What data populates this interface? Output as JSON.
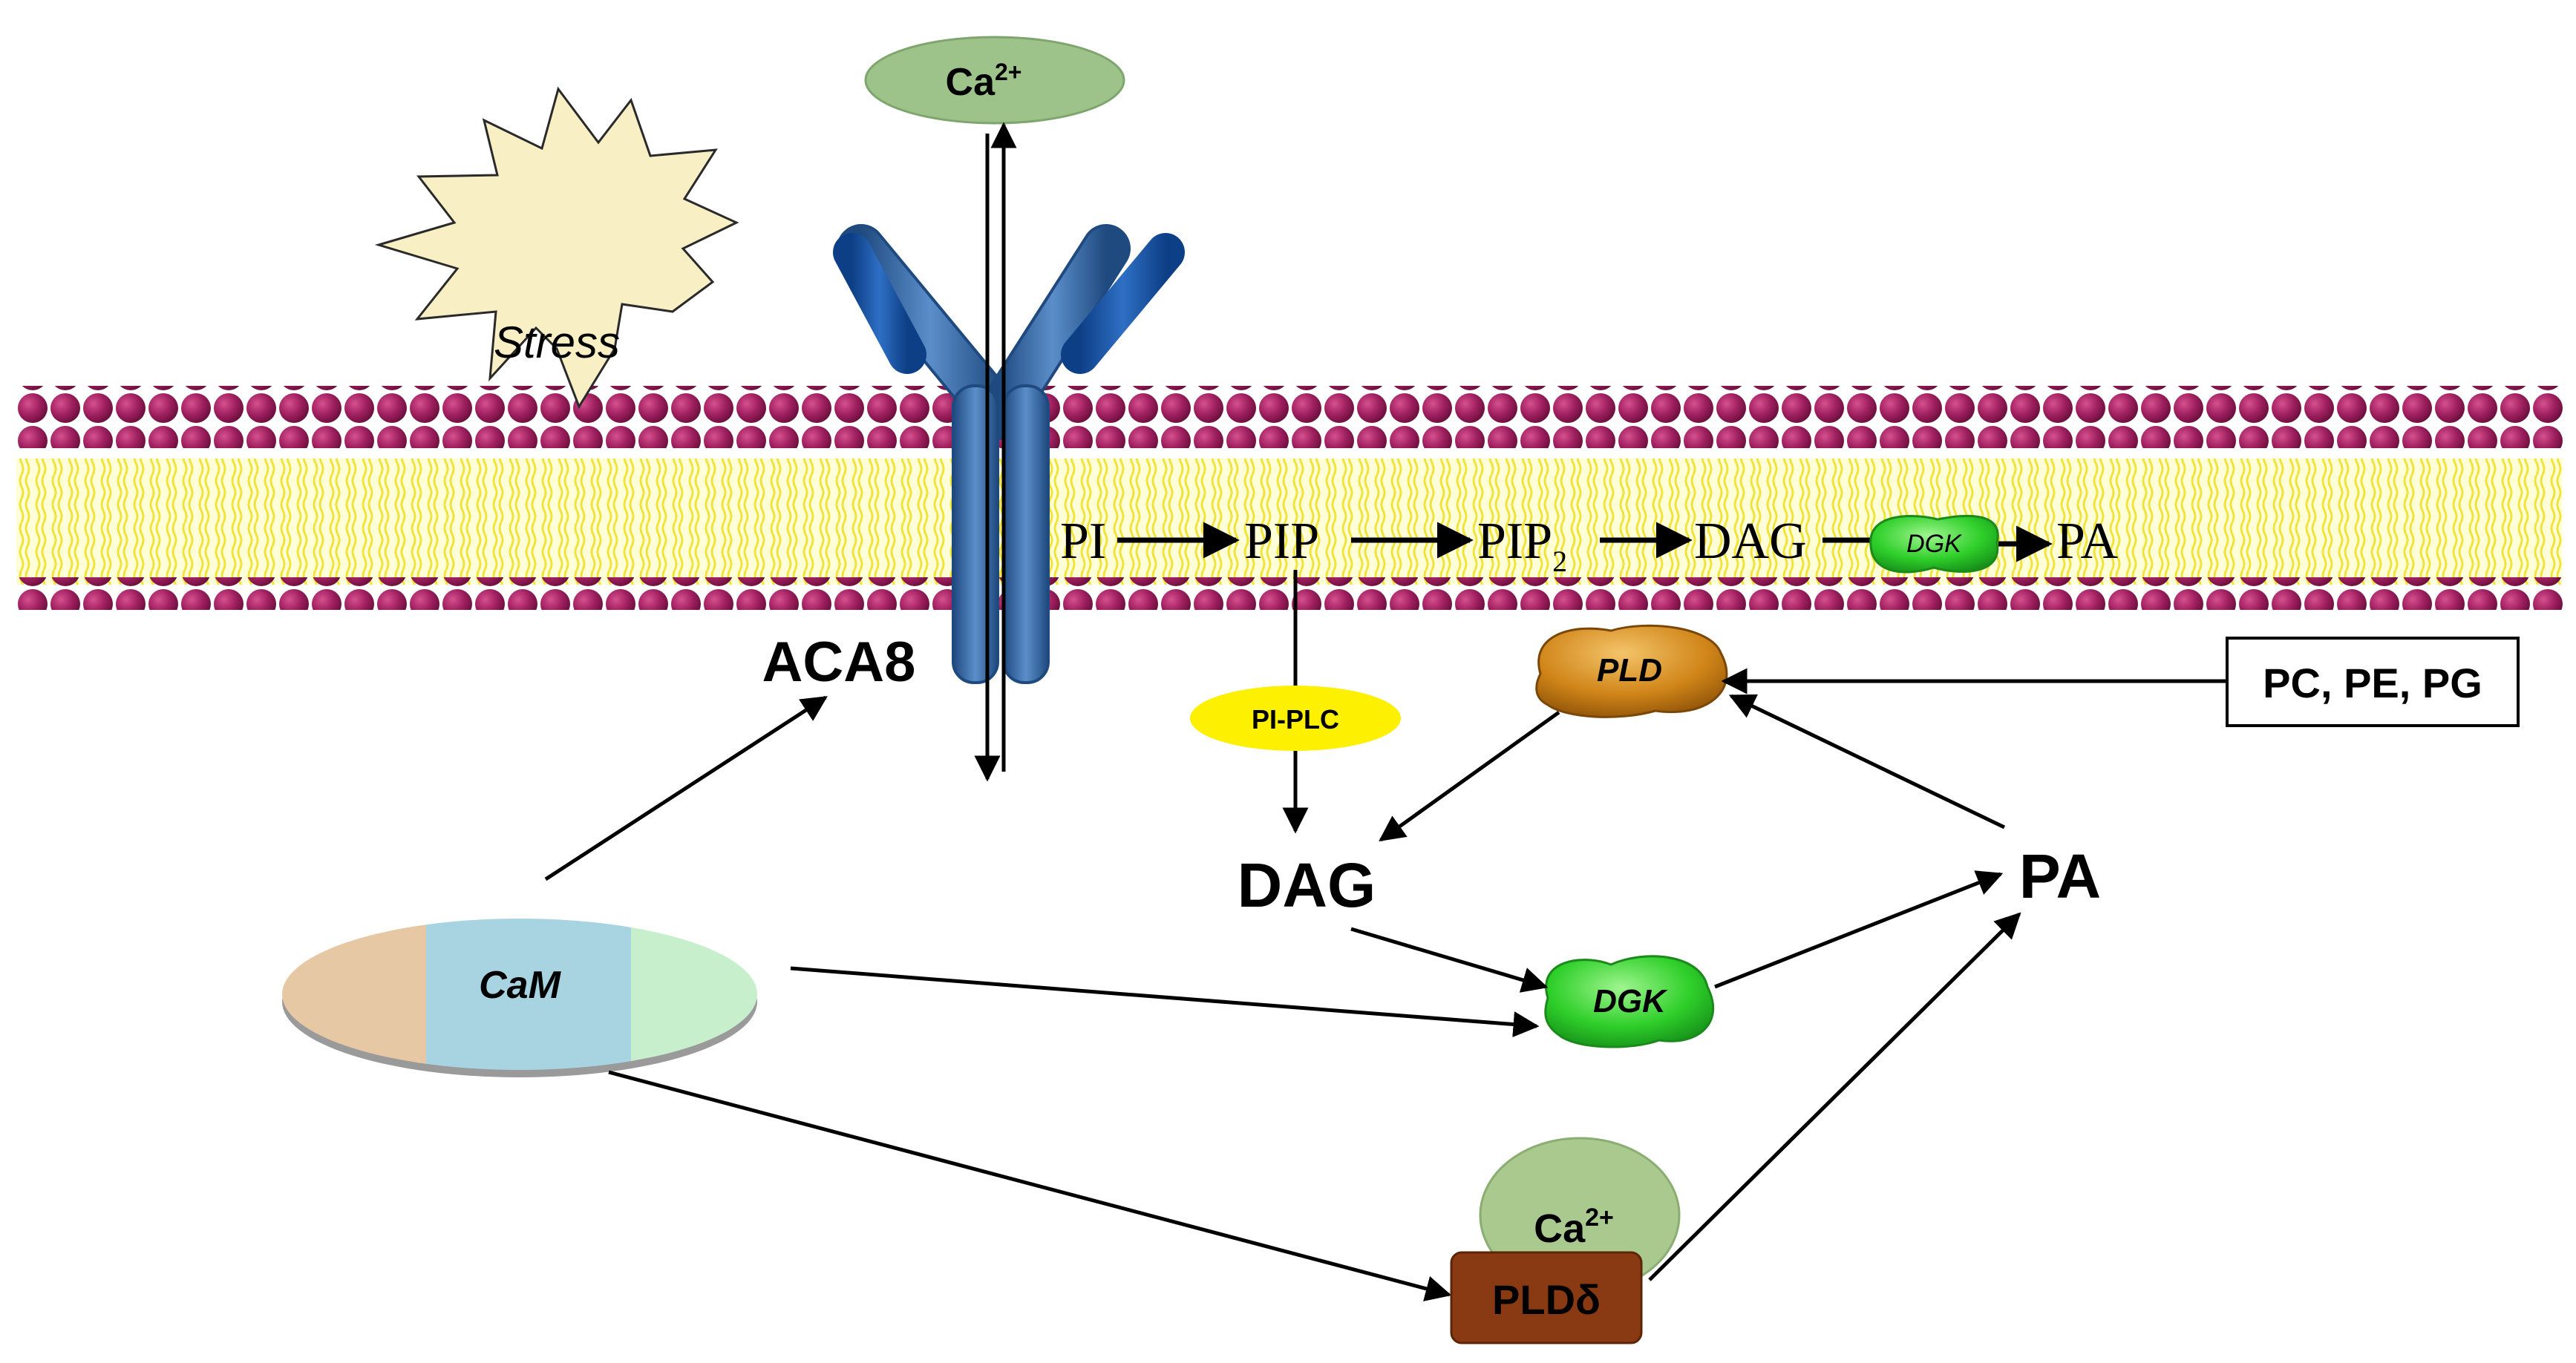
{
  "diagram": {
    "stress": {
      "label": "Stress"
    },
    "ca_top": {
      "label": "Ca",
      "sup": "2+"
    },
    "receptor": {
      "label": "ACA8"
    },
    "membrane_pathway": {
      "pi": "PI",
      "pip": "PIP",
      "pip2": "PIP",
      "pip2_sub": "2",
      "dag": "DAG",
      "dgk": "DGK",
      "pa": "PA"
    },
    "pi_plc": {
      "label": "PI-PLC"
    },
    "pld": {
      "label": "PLD"
    },
    "lipids_box": {
      "label": "PC, PE, PG"
    },
    "dag_center": {
      "label": "DAG"
    },
    "pa_right": {
      "label": "PA"
    },
    "dgk_center": {
      "label": "DGK"
    },
    "cam": {
      "label": "CaM"
    },
    "ca_bottom": {
      "label": "Ca",
      "sup": "2+"
    },
    "pld_delta": {
      "label": "PLDδ"
    }
  }
}
